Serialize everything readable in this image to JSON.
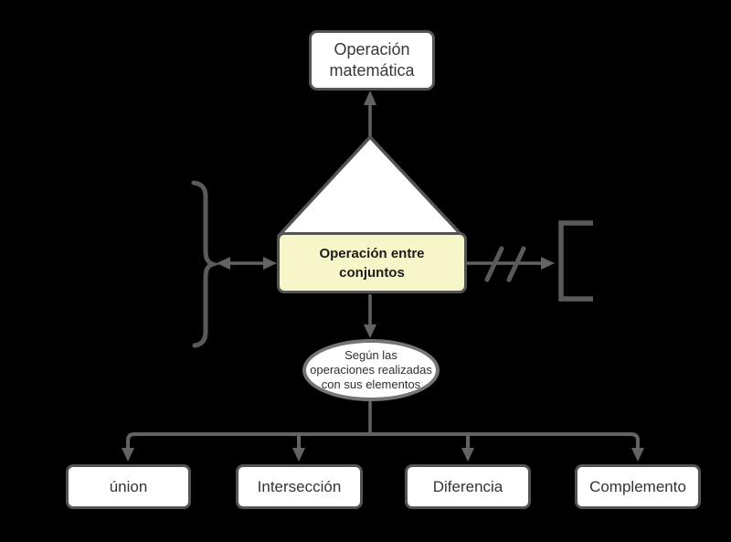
{
  "diagram": {
    "background": "#000000",
    "nodes": {
      "operacion_matematica": {
        "label": "Operación\nmatemática"
      },
      "operacion_entre_conjuntos": {
        "label": "Operación entre\nconjuntos"
      },
      "segun_las_operaciones": {
        "label": "Según las\noperaciones realizadas\ncon sus elementos"
      },
      "union": {
        "label": "únion"
      },
      "interseccion": {
        "label": "Intersección"
      },
      "diferencia": {
        "label": "Diferencia"
      },
      "complemento": {
        "label": "Complemento"
      }
    },
    "shapes": {
      "triangle": "white-triangle-roof",
      "left_brace": "}",
      "right_bracket": "[",
      "break_marks": "//"
    },
    "colors": {
      "background": "#000000",
      "node_fill": "#ffffff",
      "highlight_node_fill": "#f6f6c9",
      "node_border": "#545454",
      "connector": "#636363",
      "bracket": "#5a5a5a",
      "text": "#333333"
    }
  }
}
